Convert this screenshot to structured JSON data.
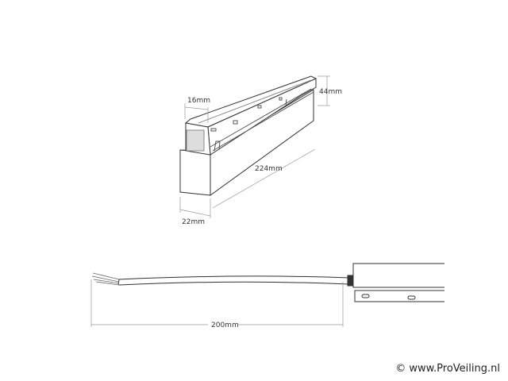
{
  "dimensions": {
    "width_top": "16mm",
    "height": "44mm",
    "length": "224mm",
    "depth": "22mm",
    "cable_length": "200mm"
  },
  "watermark": "© www.ProVeiling.nl",
  "colors": {
    "line": "#333333",
    "dimension_line": "#999999",
    "hatch": "#cccccc"
  }
}
